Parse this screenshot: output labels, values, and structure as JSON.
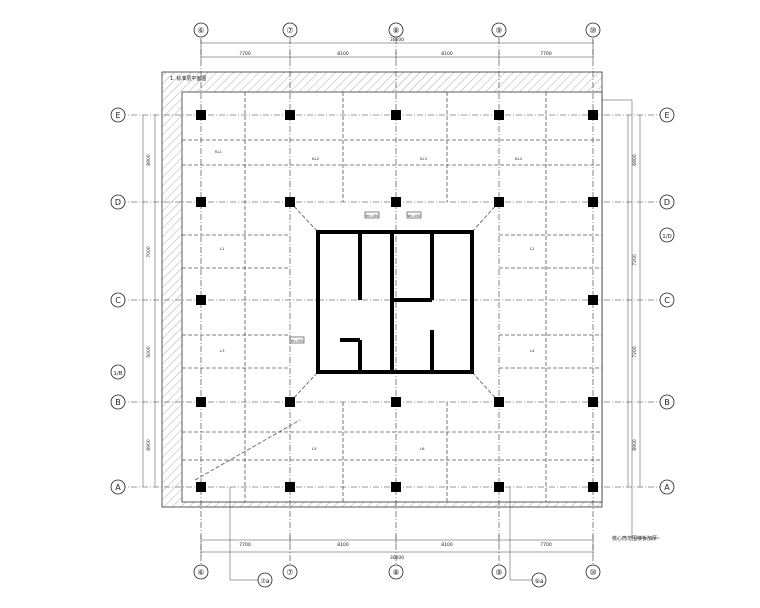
{
  "plan": {
    "top_axes": [
      "⑥",
      "⑦",
      "⑧",
      "⑨",
      "⑩"
    ],
    "bottom_axes": [
      "⑥",
      "⑦",
      "⑧",
      "⑨",
      "⑩"
    ],
    "bottom_extra_axes": [
      "⑦a",
      "⑨a"
    ],
    "left_axes": [
      "E",
      "D",
      "C",
      "B",
      "A"
    ],
    "left_extra_axes": [
      "1/B"
    ],
    "right_axes": [
      "E",
      "D",
      "C",
      "B",
      "A"
    ],
    "right_extra_axes": [
      "1/D"
    ],
    "top_dims": [
      "7700",
      "8100",
      "8100",
      "7700"
    ],
    "top_total": "30600",
    "bottom_dims": [
      "7700",
      "8100",
      "8100",
      "7700"
    ],
    "bottom_total": "30600",
    "left_dims": [
      "8900",
      "7000",
      "5000",
      "8900"
    ],
    "right_dims": [
      "6800",
      "7200",
      "7200",
      "8900"
    ],
    "plan_title": "1. 标准层平面图",
    "note_label": "核心筒范围楼板加厚",
    "core_labels": [
      "W=150",
      "W=150",
      "W=150"
    ],
    "beam_tags": [
      "KL1",
      "KL2",
      "KL3",
      "KL4",
      "L1",
      "L2",
      "L3",
      "L4",
      "L5",
      "L6"
    ]
  }
}
